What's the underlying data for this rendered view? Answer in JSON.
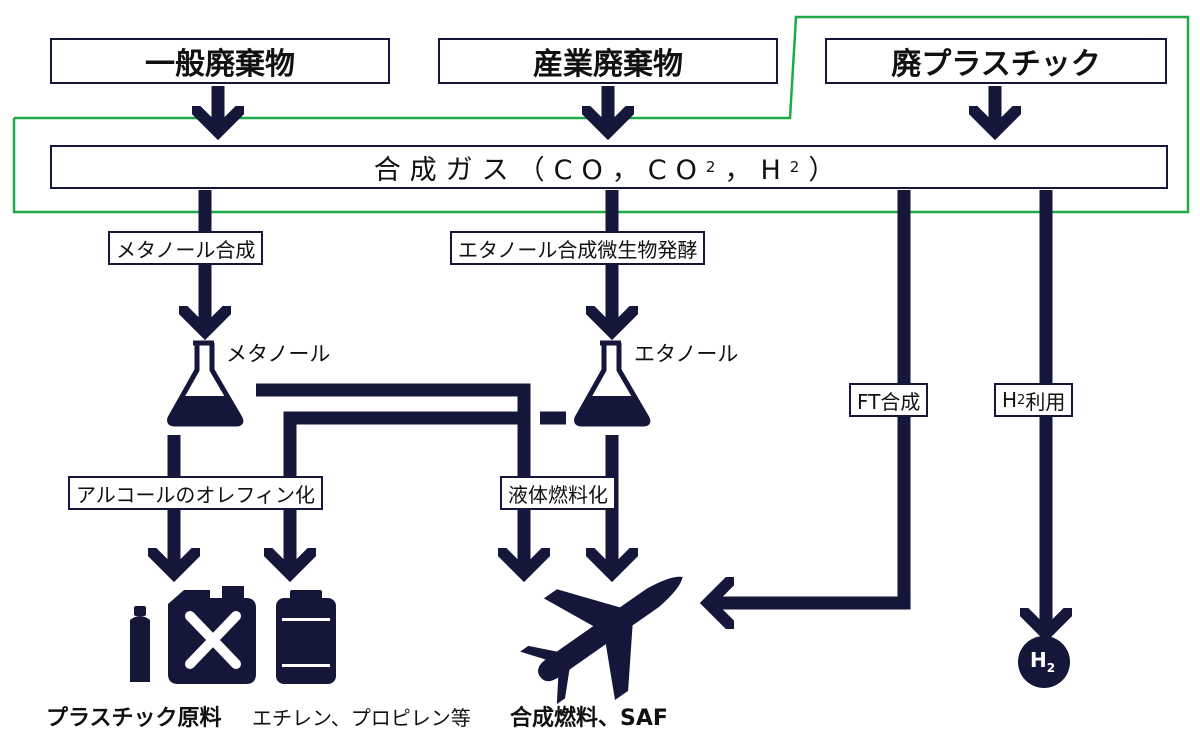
{
  "sources": {
    "municipal": "一般廃棄物",
    "industrial": "産業廃棄物",
    "plastic": "廃プラスチック"
  },
  "syngas": {
    "label": "合成ガス（CO，CO",
    "sub1": "2",
    "mid": "，H",
    "sub2": "2",
    "end": "）"
  },
  "processes": {
    "methanol_synthesis": "メタノール合成",
    "ethanol_synthesis": "エタノール合成微生物発酵",
    "olefin": "アルコールのオレフィン化",
    "liquid_fuel": "液体燃料化",
    "ft": "FT合成",
    "h2_use_h": "H",
    "h2_use_sub": "2",
    "h2_use_rest": "利用"
  },
  "intermediates": {
    "methanol": "メタノール",
    "ethanol": "エタノール"
  },
  "products": {
    "plastic_raw": "プラスチック原料",
    "plastic_raw_detail": "エチレン、プロピレン等",
    "fuel": "合成燃料、SAF",
    "h2_badge_h": "H",
    "h2_badge_sub": "2"
  },
  "colors": {
    "arrow": "#14163a",
    "highlight": "#1eaa48"
  },
  "icons": [
    "flask-icon",
    "bottle-icon",
    "jerrycan-icon",
    "canister-icon",
    "airplane-icon",
    "h2-circle-icon"
  ]
}
